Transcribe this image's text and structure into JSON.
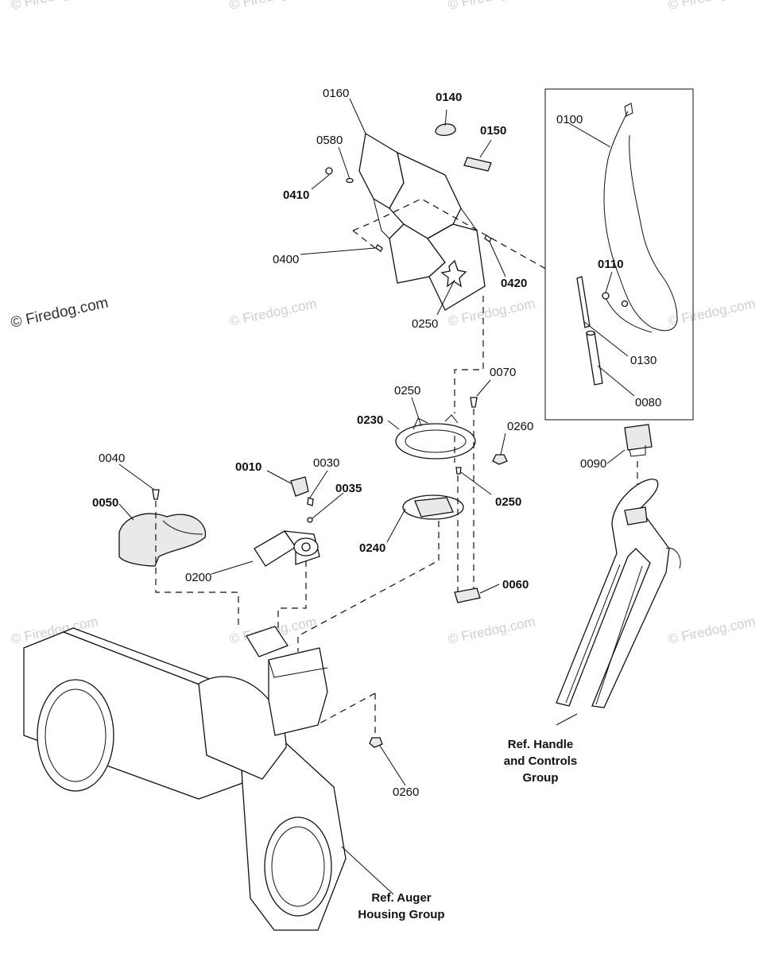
{
  "watermarks": {
    "main": "© Firedog.com",
    "faint": "© Firedog.com"
  },
  "callouts": {
    "c0010": "0010",
    "c0030": "0030",
    "c0035": "0035",
    "c0040": "0040",
    "c0050": "0050",
    "c0060": "0060",
    "c0070": "0070",
    "c0080": "0080",
    "c0090": "0090",
    "c0100": "0100",
    "c0110": "0110",
    "c0130": "0130",
    "c0140": "0140",
    "c0150": "0150",
    "c0160": "0160",
    "c0200": "0200",
    "c0230": "0230",
    "c0240": "0240",
    "c0250a": "0250",
    "c0250b": "0250",
    "c0250c": "0250",
    "c0260a": "0260",
    "c0260b": "0260",
    "c0400": "0400",
    "c0410": "0410",
    "c0420": "0420",
    "c0580": "0580"
  },
  "references": {
    "handle": [
      "Ref. Handle",
      "and Controls",
      "Group"
    ],
    "auger": [
      "Ref. Auger",
      "Housing Group"
    ]
  },
  "colors": {
    "line": "#111111",
    "watermark": "#cfcfcf"
  }
}
